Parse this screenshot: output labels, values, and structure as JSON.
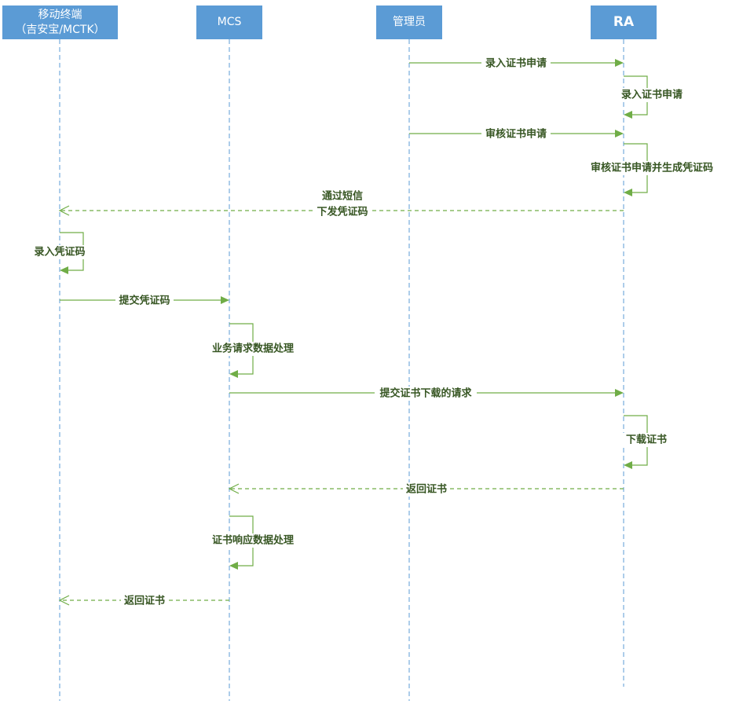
{
  "actors": [
    {
      "id": "mobile",
      "line1": "移动终端",
      "line2": "（吉安宝/MCTK）"
    },
    {
      "id": "mcs",
      "line1": "MCS"
    },
    {
      "id": "admin",
      "line1": "管理员"
    },
    {
      "id": "ra",
      "line1": "RA"
    }
  ],
  "messages": [
    {
      "id": "m1",
      "kind": "sync",
      "from": "admin",
      "to": "ra",
      "lines": [
        "录入证书申请"
      ]
    },
    {
      "id": "m2",
      "kind": "self",
      "actor": "ra",
      "lines": [
        "录入证书申请"
      ]
    },
    {
      "id": "m3",
      "kind": "sync",
      "from": "admin",
      "to": "ra",
      "lines": [
        "审核证书申请"
      ]
    },
    {
      "id": "m4",
      "kind": "self",
      "actor": "ra",
      "lines": [
        "审核证书申请并生成凭证码"
      ]
    },
    {
      "id": "m5",
      "kind": "return",
      "from": "ra",
      "to": "mobile",
      "lines": [
        "通过短信",
        "下发凭证码"
      ]
    },
    {
      "id": "m6",
      "kind": "self",
      "actor": "mobile",
      "lines": [
        "录入凭证码"
      ]
    },
    {
      "id": "m7",
      "kind": "sync",
      "from": "mobile",
      "to": "mcs",
      "lines": [
        "提交凭证码"
      ]
    },
    {
      "id": "m8",
      "kind": "self",
      "actor": "mcs",
      "lines": [
        "业务请求数据处理"
      ]
    },
    {
      "id": "m9",
      "kind": "sync",
      "from": "mcs",
      "to": "ra",
      "lines": [
        "提交证书下载的请求"
      ]
    },
    {
      "id": "m10",
      "kind": "self",
      "actor": "ra",
      "lines": [
        "下载证书"
      ]
    },
    {
      "id": "m11",
      "kind": "return",
      "from": "ra",
      "to": "mcs",
      "lines": [
        "返回证书"
      ]
    },
    {
      "id": "m12",
      "kind": "self",
      "actor": "mcs",
      "lines": [
        "证书响应数据处理"
      ]
    },
    {
      "id": "m13",
      "kind": "return",
      "from": "mcs",
      "to": "mobile",
      "lines": [
        "返回证书"
      ]
    }
  ],
  "colors": {
    "actor_fill": "#5b9bd5",
    "actor_text": "#ffffff",
    "lifeline": "#5b9bd5",
    "message": "#70ad47",
    "label": "#375623"
  }
}
